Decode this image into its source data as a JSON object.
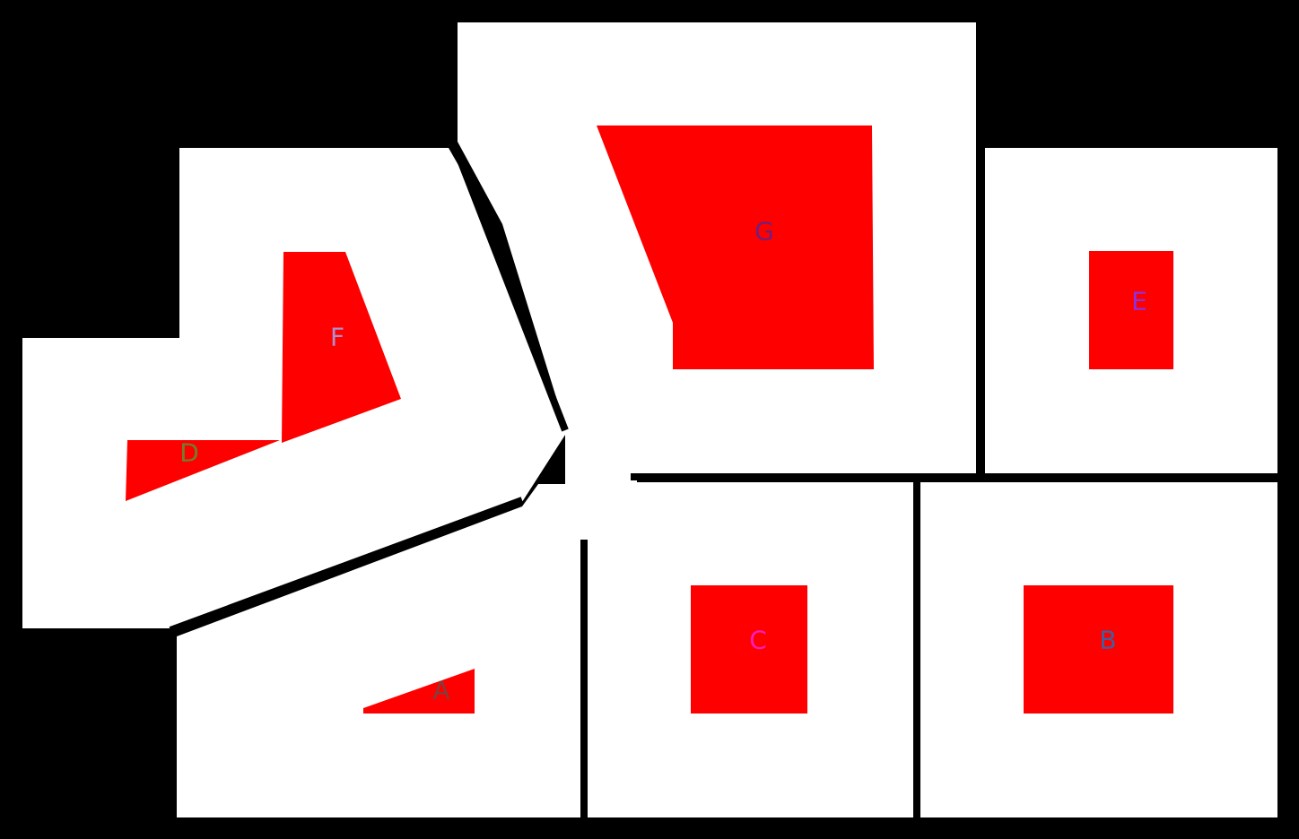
{
  "floorplan": {
    "background_color": "#000000",
    "floor_color": "#FFFFFF",
    "room_fill_color": "#FF0000",
    "wall_color": "#000000",
    "rooms": [
      {
        "id": "A",
        "label": "A",
        "label_color": "#7F3F3F"
      },
      {
        "id": "B",
        "label": "B",
        "label_color": "#3F5F9F"
      },
      {
        "id": "C",
        "label": "C",
        "label_color": "#FF1FBF"
      },
      {
        "id": "D",
        "label": "D",
        "label_color": "#6F7F2F"
      },
      {
        "id": "E",
        "label": "E",
        "label_color": "#8F2FDF"
      },
      {
        "id": "F",
        "label": "F",
        "label_color": "#AF8FCF"
      },
      {
        "id": "G",
        "label": "G",
        "label_color": "#6F1F7F"
      }
    ]
  }
}
